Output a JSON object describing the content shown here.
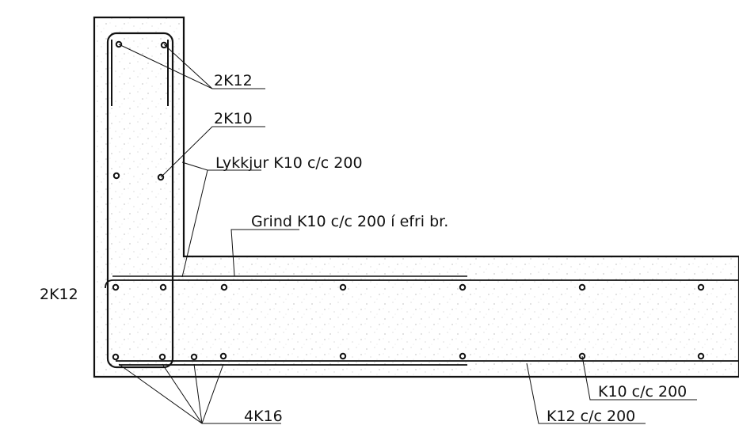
{
  "labels": {
    "top_bars": "2K12",
    "middle_bars": "2K10",
    "stirrups": "Lykkjur K10 c/c 200",
    "top_grid": "Grind K10 c/c 200 í efri br.",
    "left_bars": "2K12",
    "bottom_corner_bars": "4K16",
    "bottom_k10": "K10 c/c 200",
    "bottom_k12": "K12 c/c 200"
  },
  "colors": {
    "line": "#111111",
    "concrete_speckle": "#9a9a9a"
  }
}
